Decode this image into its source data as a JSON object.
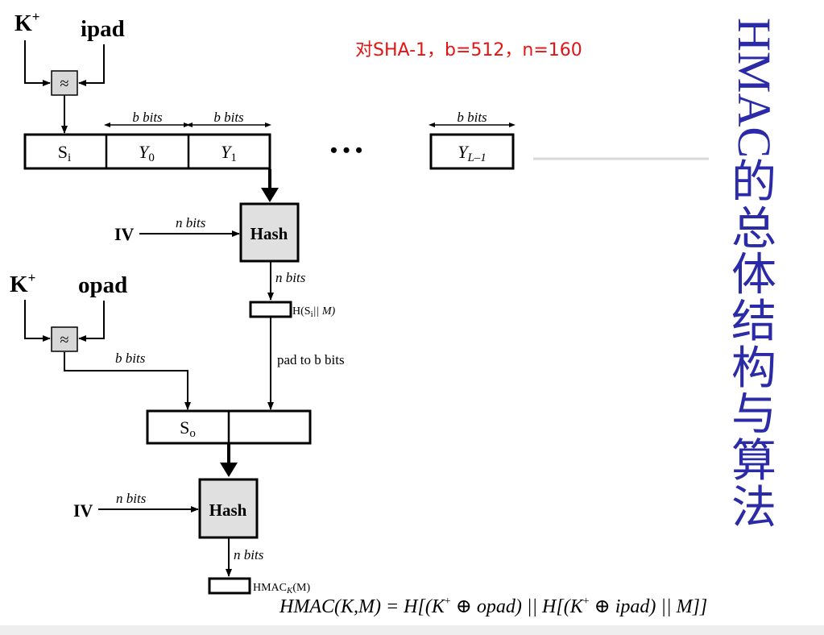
{
  "colors": {
    "title": "#2b2ba8",
    "note": "#e41414",
    "hash_fill": "#e0e0e0",
    "line": "#000000"
  },
  "title": {
    "latin": "HMAC",
    "cjk": "的总体结构与算法"
  },
  "note": "对SHA-1，b=512，n=160",
  "inner": {
    "k_plus": "K",
    "k_sup": "+",
    "pad": "ipad",
    "xor_symbol": "≈",
    "block_bits": "b bits",
    "s_i": "S",
    "s_i_sub": "i",
    "y_var": "Y",
    "y0_sub": "0",
    "y1_sub": "1",
    "yl_sub": "L–1",
    "ellipsis": "•   •   •",
    "iv": "IV",
    "iv_bits": "n bits",
    "hash": "Hash",
    "out_bits": "n bits",
    "h_label": "H(S",
    "h_label_sub": "i",
    "h_label_rest": "|| M)"
  },
  "outer": {
    "k_plus": "K",
    "k_sup": "+",
    "pad": "opad",
    "xor_symbol": "≈",
    "bits": "b bits",
    "pad_to": "pad to b bits",
    "s_o": "S",
    "s_o_sub": "o",
    "iv": "IV",
    "iv_bits": "n bits",
    "hash": "Hash",
    "out_bits": "n bits",
    "hmac_label": "HMAC",
    "hmac_sub": "K",
    "hmac_rest": "(M)"
  },
  "formula": {
    "lhs": "HMAC(K,M) = H[(K",
    "sup1": "+",
    "mid": " ⊕ opad) || H[(K",
    "sup2": "+",
    "rhs": " ⊕ ipad) || M]]"
  }
}
